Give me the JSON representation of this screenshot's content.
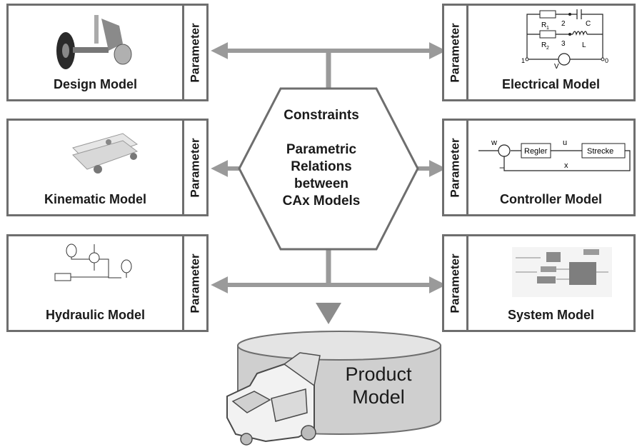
{
  "param_label": "Parameter",
  "models": {
    "design": "Design Model",
    "kinematic": "Kinematic Model",
    "hydraulic": "Hydraulic Model",
    "electrical": "Electrical Model",
    "controller": "Controller Model",
    "system": "System Model"
  },
  "hexagon": {
    "line1": "Constraints",
    "line2": "Parametric",
    "line3": "Relations",
    "line4": "between",
    "line5": "CAx Models"
  },
  "product": {
    "line1": "Product",
    "line2": "Model"
  },
  "circuit": {
    "r1": "R",
    "r1_sub": "1",
    "r2": "R",
    "r2_sub": "2",
    "c": "C",
    "l": "L",
    "v": "V",
    "n1": "1",
    "n2": "2",
    "n3": "3",
    "n0": "0"
  },
  "control": {
    "w": "w",
    "u": "u",
    "x": "x",
    "regler": "Regler",
    "strecke": "Strecke"
  },
  "colors": {
    "border": "#6e6e6e",
    "arrow": "#9a9a9a",
    "cylinder": "#cfcfcf"
  }
}
